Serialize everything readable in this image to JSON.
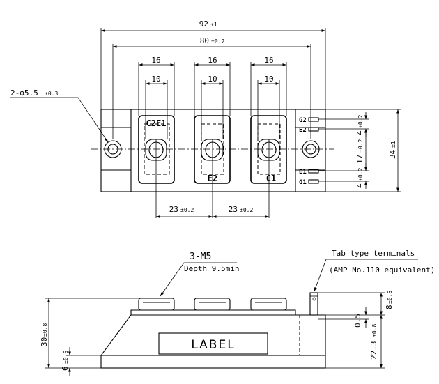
{
  "top_view": {
    "dims": {
      "overall_width": {
        "value": "92",
        "tol": "±1"
      },
      "mount_pitch": {
        "value": "80",
        "tol": "±0.2"
      },
      "terminal_width_1": "16",
      "terminal_width_2": "16",
      "terminal_width_3": "16",
      "screw_width_1": "10",
      "screw_width_2": "10",
      "screw_width_3": "10",
      "hole": {
        "value": "2-ϕ5.5",
        "tol": "±0.3"
      },
      "pitch_1": {
        "value": "23",
        "tol": "±0.2"
      },
      "pitch_2": {
        "value": "23",
        "tol": "±0.2"
      },
      "overall_height": {
        "value": "34",
        "tol": "±1"
      },
      "gate_pitch_center": {
        "value": "17",
        "tol": "±0.2"
      },
      "gate_pitch_top": {
        "value": "4",
        "tol": "±0.2"
      },
      "gate_pitch_bottom": {
        "value": "4",
        "tol": "±0.2"
      }
    },
    "terminals": {
      "left": "C2E1",
      "middle": "E2",
      "right": "C1"
    },
    "aux_terminals": [
      "G2",
      "E2",
      "E1",
      "G1"
    ]
  },
  "side_view": {
    "screw_note_line1": "3-M5",
    "screw_note_line2": "Depth 9.5min",
    "tab_note_line1": "Tab type terminals",
    "tab_note_line2": "(AMP No.110 equivalent)",
    "label": "LABEL",
    "dims": {
      "height": {
        "value": "30",
        "tol": "±0.8"
      },
      "base": {
        "value": "6",
        "tol": "±0.5"
      },
      "tab_top": {
        "value": "8",
        "tol": "±0.5"
      },
      "tab_thickness": "0.5",
      "tab_height": {
        "value": "22.3",
        "tol": "±0.8"
      }
    }
  }
}
